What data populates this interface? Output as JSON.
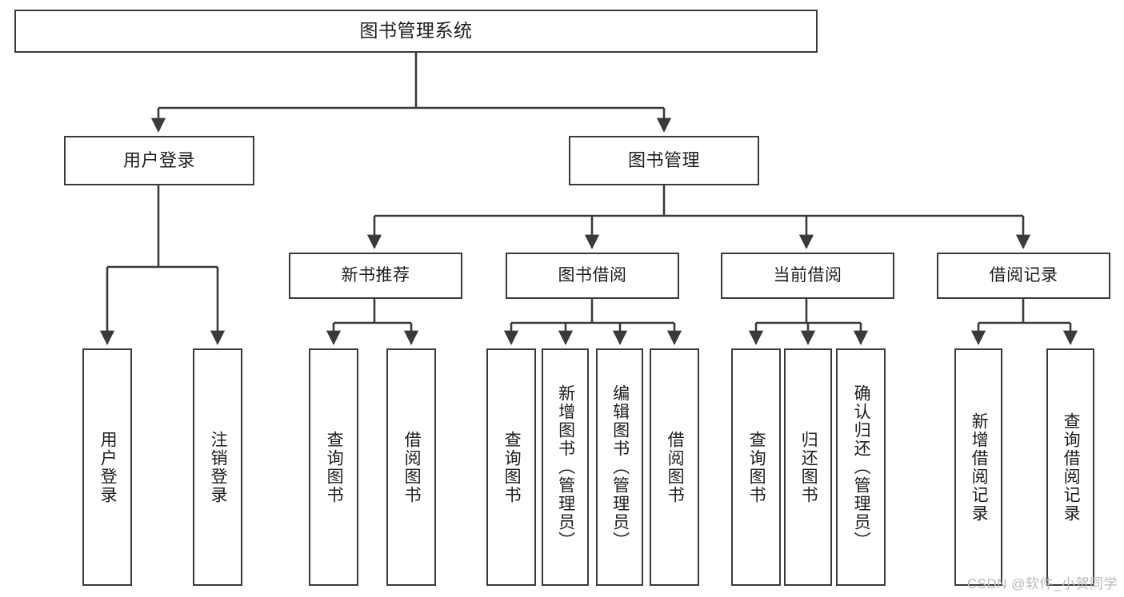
{
  "diagram": {
    "title": "图书管理系统",
    "type": "hierarchy-tree",
    "watermark": "CSDN @软件_小贺同学",
    "colors": {
      "stroke": "#3a3a3a",
      "fill": "#ffffff",
      "text": "#1d1d1d",
      "watermark": "#b9b9b9"
    },
    "levels": {
      "root": {
        "label": "图书管理系统"
      },
      "level2": [
        {
          "id": "user-login",
          "label": "用户登录"
        },
        {
          "id": "book-manage",
          "label": "图书管理"
        }
      ],
      "level3": [
        {
          "id": "new-book-recommend",
          "label": "新书推荐"
        },
        {
          "id": "book-borrow",
          "label": "图书借阅"
        },
        {
          "id": "current-borrow",
          "label": "当前借阅"
        },
        {
          "id": "borrow-record",
          "label": "借阅记录"
        }
      ],
      "leaves": {
        "user-login": [
          {
            "id": "leaf-user-login",
            "label": "用户登录"
          },
          {
            "id": "leaf-logout-login",
            "label": "注销登录"
          }
        ],
        "new-book-recommend": [
          {
            "id": "leaf-query-book-1",
            "label": "查询图书"
          },
          {
            "id": "leaf-borrow-book-1",
            "label": "借阅图书"
          }
        ],
        "book-borrow": [
          {
            "id": "leaf-query-book-2",
            "label": "查询图书"
          },
          {
            "id": "leaf-add-book-admin",
            "label": "新增图书（管理员）"
          },
          {
            "id": "leaf-edit-book-admin",
            "label": "编辑图书（管理员）"
          },
          {
            "id": "leaf-borrow-book-2",
            "label": "借阅图书"
          }
        ],
        "current-borrow": [
          {
            "id": "leaf-query-book-3",
            "label": "查询图书"
          },
          {
            "id": "leaf-return-book",
            "label": "归还图书"
          },
          {
            "id": "leaf-confirm-return-admin",
            "label": "确认归还（管理员）"
          }
        ],
        "borrow-record": [
          {
            "id": "leaf-add-borrow-record",
            "label": "新增借阅记录"
          },
          {
            "id": "leaf-query-borrow-record",
            "label": "查询借阅记录"
          }
        ]
      }
    }
  }
}
